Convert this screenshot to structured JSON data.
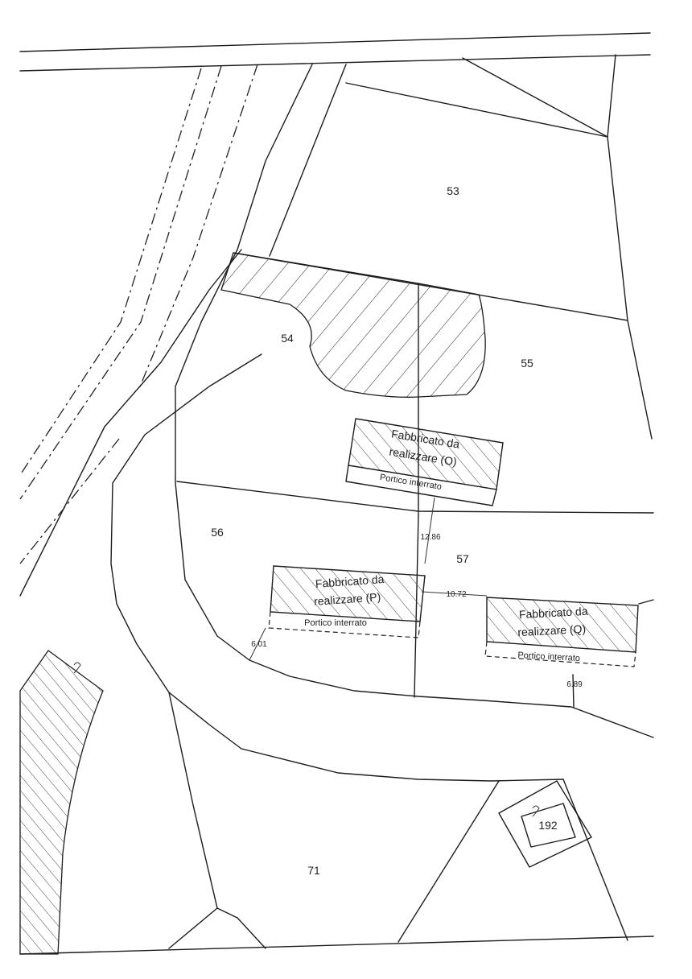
{
  "parcels": {
    "p53": "53",
    "p54": "54",
    "p55": "55",
    "p56": "56",
    "p57": "57",
    "p71": "71",
    "p192": "192"
  },
  "buildings": {
    "b1": {
      "line1": "Fabbricato da",
      "line2": "realizzare (O)",
      "portico": "Portico interrato"
    },
    "b2": {
      "line1": "Fabbricato da",
      "line2": "realizzare (P)",
      "portico": "Portico interrato"
    },
    "b3": {
      "line1": "Fabbricato da",
      "line2": "realizzare (Q)",
      "portico": "Portico interrato"
    }
  },
  "dimensions": {
    "d1": "12.86",
    "d2": "10.72",
    "d3": "6.01",
    "d4": "6.89"
  }
}
